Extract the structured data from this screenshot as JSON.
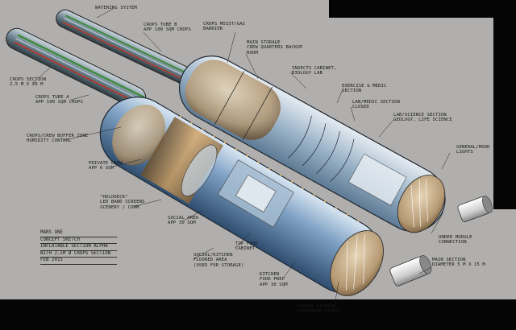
{
  "title_note": [
    "MARS ONE",
    "CONCEPT SKETCH",
    "INFLATABLE SECTION ALPHA",
    "WITH 2.5M Ø CROPS SECTION",
    "FEB 2015"
  ],
  "labels": {
    "watering": "WATERING SYSTEM",
    "crops_tube": "CROPS TUBE B\nAPP 100 SQM CROPS",
    "crops_moist": "CROPS MOIST/GAS\nBARRIER",
    "main_storage": "MAIN STORAGE\nCREW QUARTERS BACKUP\nROOM",
    "insects": "INSECTS CABINET,\nBIOLOGY LAB",
    "exercise": "EXERCISE & MEDIC\nSECTION",
    "lab_medic": "LAB/MEDIC SECTION\nCLOSED",
    "lab_science": "LAB/SCIENCE SECTION\nGEOLOGY, LIFE SCIENCE",
    "general_mood": "GENERAL/MOOD\nLIGHTS",
    "crops_section": "CROPS SECTION\n2.5 M x 20 M",
    "crops_a": "CROPS TUBE A\nAPP 100 SQM CROPS",
    "crops_bumper": "CROPS/CREW BUFFER ZONE\nHUMIDITY CONTROL",
    "private_crew": "PRIVATE CREW\nAPP 6 SQM",
    "holodeck": "\"HOLODECK\"\nLED BAND SCREENS\nSCENERY / COMM",
    "social_area": "SOCIAL AREA\nAPP 30 SQM",
    "top_food": "TOP FOOD\nCABINET",
    "social_kitchen": "SOCIAL/KITCHEN\nFLOORED AREA\n(USED FOR STORAGE)",
    "kitchen": "KITCHEN\nFOOD PREP\nAPP 30 SQM",
    "corner_storage": "CORNER STORAGE\nSUSPENDED FABRIC",
    "under_module": "UNDER MODULE\nCONNECTION",
    "main_section": "MAIN SECTION\nDIAMETER 5 M x 15 M"
  }
}
